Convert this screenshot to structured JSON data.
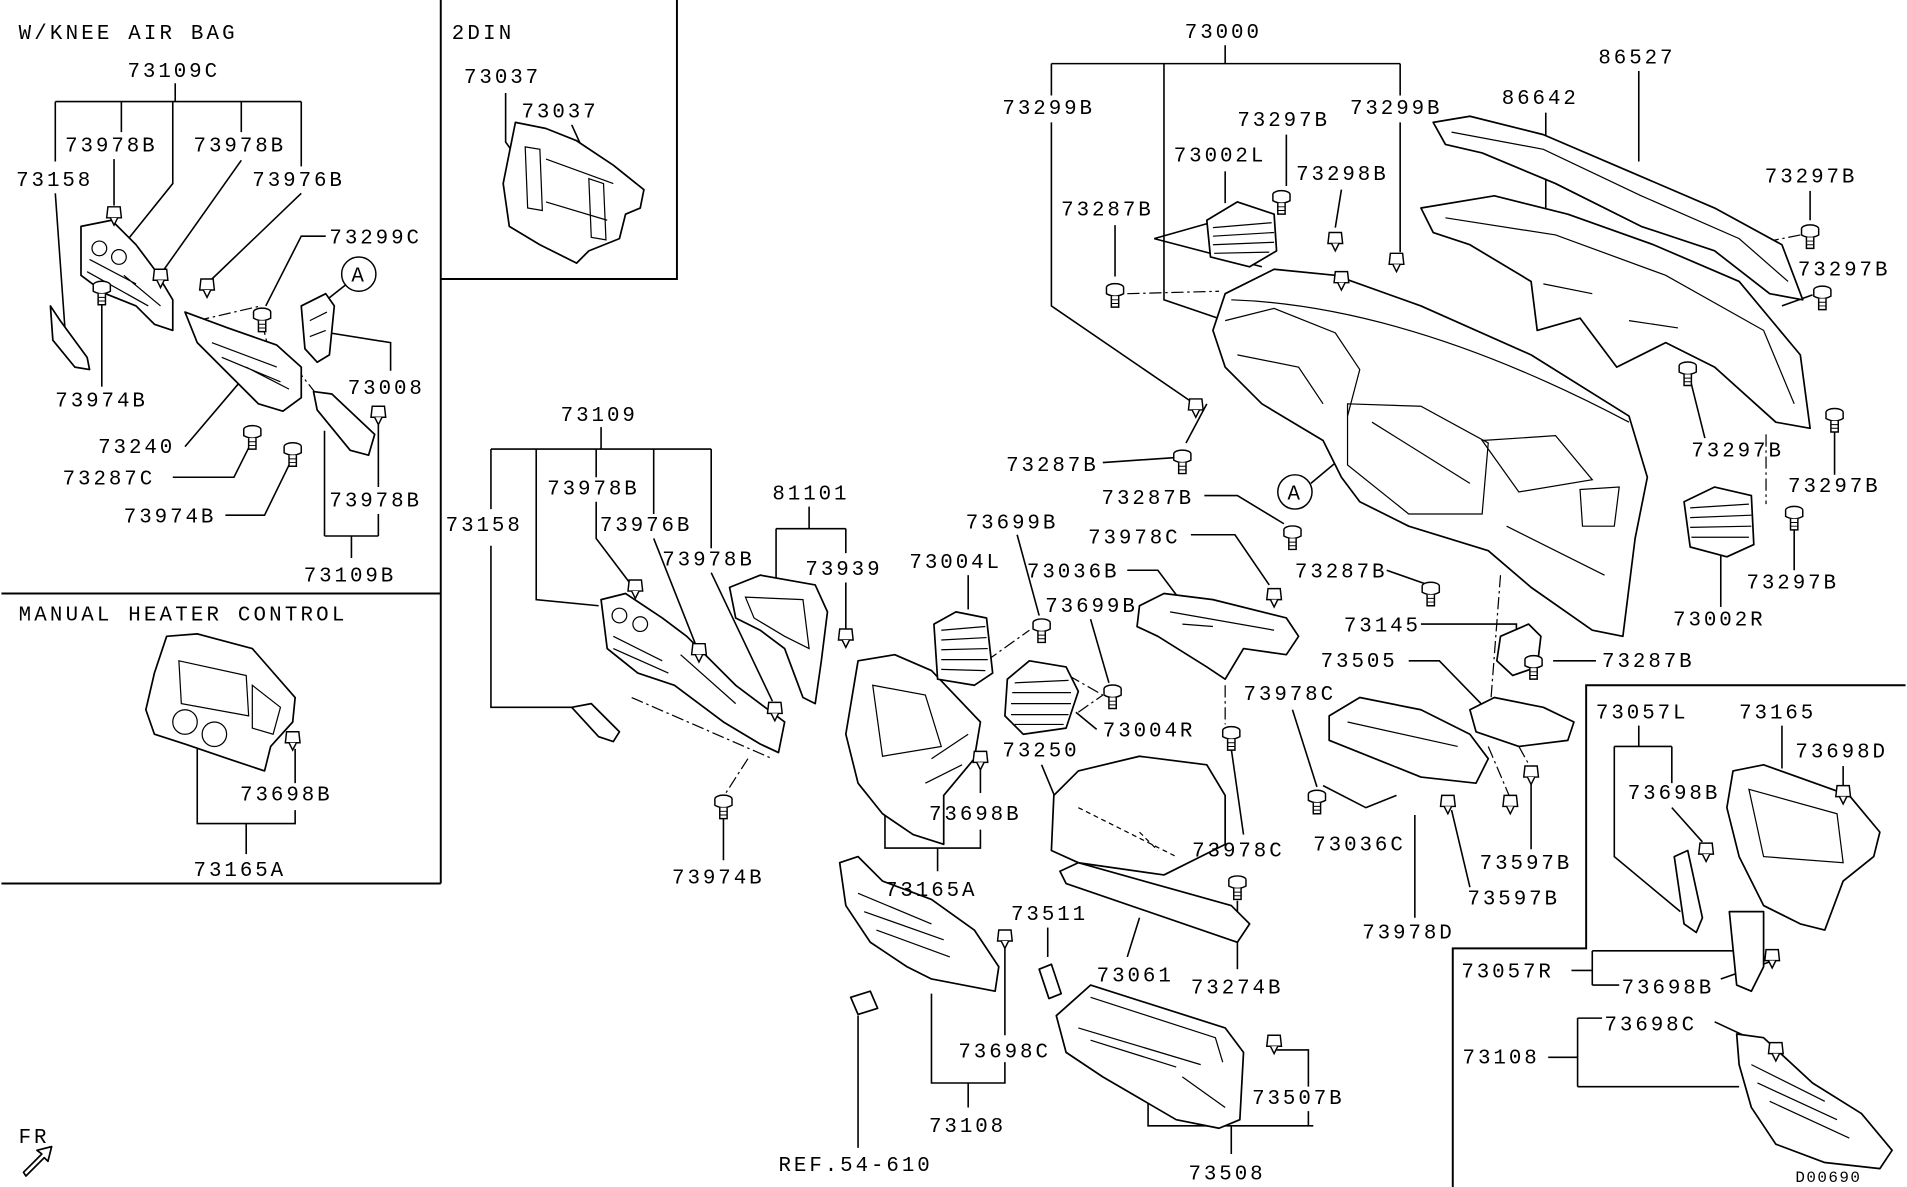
{
  "insets": {
    "knee_air_bag": {
      "title": "W/KNEE AIR BAG",
      "callouts": [
        "73109C",
        "73978B",
        "73978B",
        "73158",
        "73976B",
        "73299C",
        "A",
        "73008",
        "73974B",
        "73240",
        "73287C",
        "73974B",
        "73978B",
        "73109B"
      ]
    },
    "two_din": {
      "title": "2DIN",
      "callouts": [
        "73037",
        "73037"
      ]
    },
    "manual_heater_control": {
      "title": "MANUAL HEATER CONTROL",
      "callouts": [
        "73698B",
        "73165A"
      ]
    },
    "right_variant": {
      "callouts": [
        "73057L",
        "73165",
        "73698D",
        "73698B",
        "73057R",
        "73698B",
        "73698C",
        "73108"
      ]
    }
  },
  "main": {
    "callouts": [
      "73000",
      "73299B",
      "73299B",
      "73297B",
      "73002L",
      "73298B",
      "73287B",
      "73287B",
      "86527",
      "86642",
      "73297B",
      "73297B",
      "73297B",
      "73297B",
      "73297B",
      "73002R",
      "73109",
      "73978B",
      "73158",
      "73976B",
      "73978B",
      "81101",
      "73939",
      "73974B",
      "73699B",
      "73004L",
      "73036B",
      "73699B",
      "73978C",
      "73287B",
      "73004R",
      "73250",
      "73698B",
      "73165A",
      "73511",
      "73061",
      "73274B",
      "73978C",
      "73978C",
      "73036C",
      "73698C",
      "73108",
      "73507B",
      "73508",
      "REF.54-610",
      "73505",
      "73145",
      "73287B",
      "73597B",
      "73597B",
      "73978D",
      "73287B"
    ],
    "reference_marker": "A"
  },
  "front_marker": "FR",
  "diagram_code": "D00690"
}
